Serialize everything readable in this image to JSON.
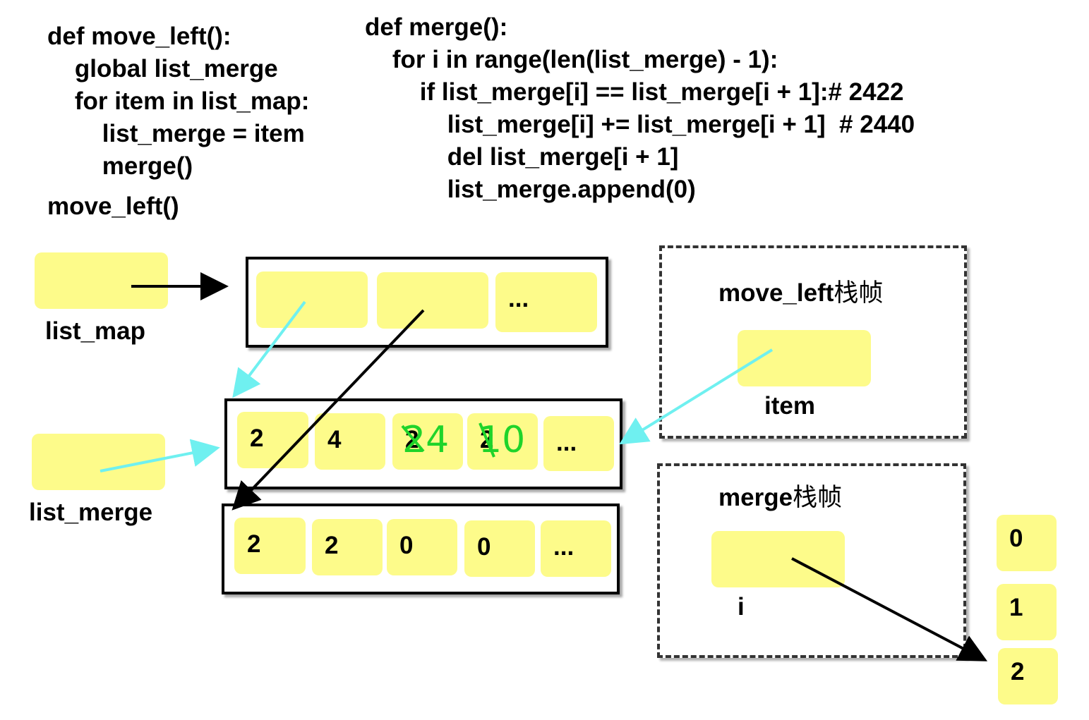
{
  "code_left": [
    "def move_left():",
    "    global list_merge",
    "    for item in list_map:",
    "        list_merge = item",
    "        merge()"
  ],
  "code_left_call": "move_left()",
  "code_right": [
    "def merge():",
    "    for i in range(len(list_merge) - 1):",
    "        if list_merge[i] == list_merge[i + 1]:# 2422",
    "            list_merge[i] += list_merge[i + 1]  # 2440",
    "            del list_merge[i + 1]",
    "            list_merge.append(0)"
  ],
  "labels": {
    "list_map": "list_map",
    "list_merge": "list_merge",
    "item": "item",
    "i": "i"
  },
  "frames": {
    "move_left_name": "move_left",
    "move_left_suffix": "栈帧",
    "merge_name": "merge",
    "merge_suffix": "栈帧"
  },
  "list_map_row": [
    "",
    "",
    "..."
  ],
  "row_mid": [
    "2",
    "4",
    "2",
    "2",
    "..."
  ],
  "row_mid_handwritten": [
    "24",
    "10"
  ],
  "row_bottom": [
    "2",
    "2",
    "0",
    "0",
    "..."
  ],
  "index_list": [
    "0",
    "1",
    "2"
  ],
  "colors": {
    "cell_fill": "#fdfb8a",
    "pointer_cyan": "#6ff0f0",
    "pointer_black": "#000000",
    "handwriting_green": "#1fd42a"
  }
}
